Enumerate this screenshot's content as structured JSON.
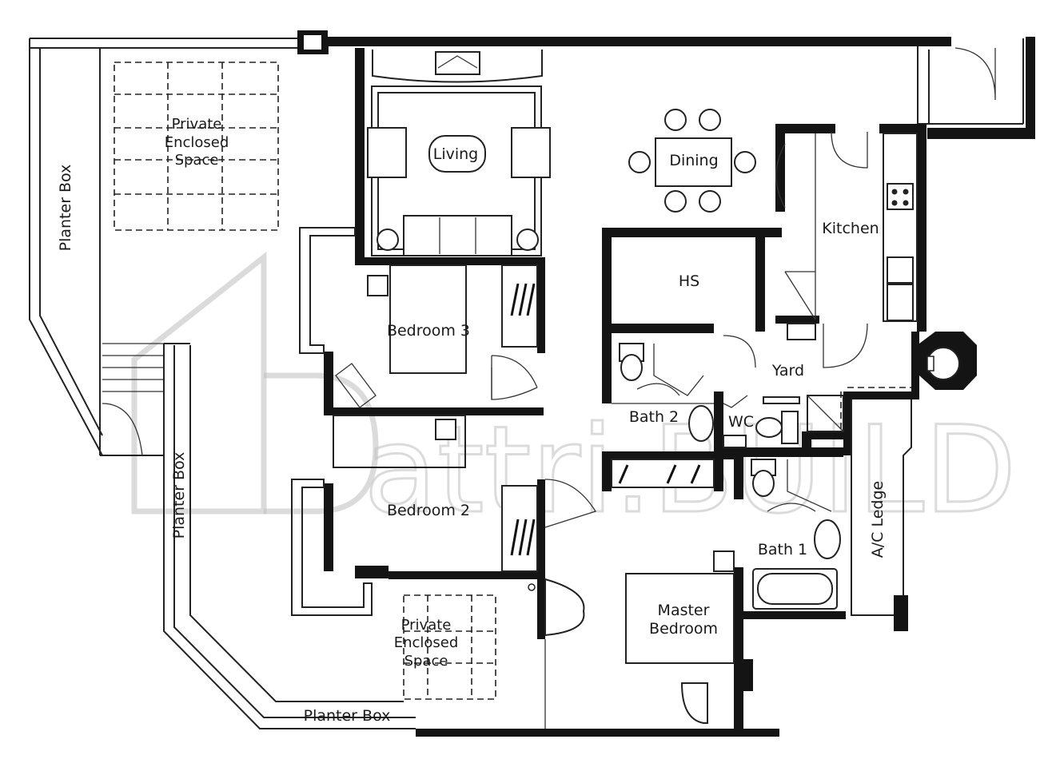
{
  "rooms": {
    "living": "Living",
    "dining": "Dining",
    "kitchen": "Kitchen",
    "hs": "HS",
    "yard": "Yard",
    "bedroom3": "Bedroom 3",
    "bedroom2": "Bedroom 2",
    "bath2": "Bath 2",
    "wc": "WC",
    "bath1": "Bath 1",
    "master_line1": "Master",
    "master_line2": "Bedroom",
    "ac_ledge": "A/C Ledge",
    "pes_top_line1": "Private",
    "pes_top_line2": "Enclosed",
    "pes_top_line3": "Space",
    "pes_bottom_line1": "Private",
    "pes_bottom_line2": "Enclosed",
    "pes_bottom_line3": "Space",
    "planter_left": "Planter Box",
    "planter_mid": "Planter Box",
    "planter_bottom": "Planter Box"
  },
  "watermark": {
    "text": "attri.BUILD"
  }
}
